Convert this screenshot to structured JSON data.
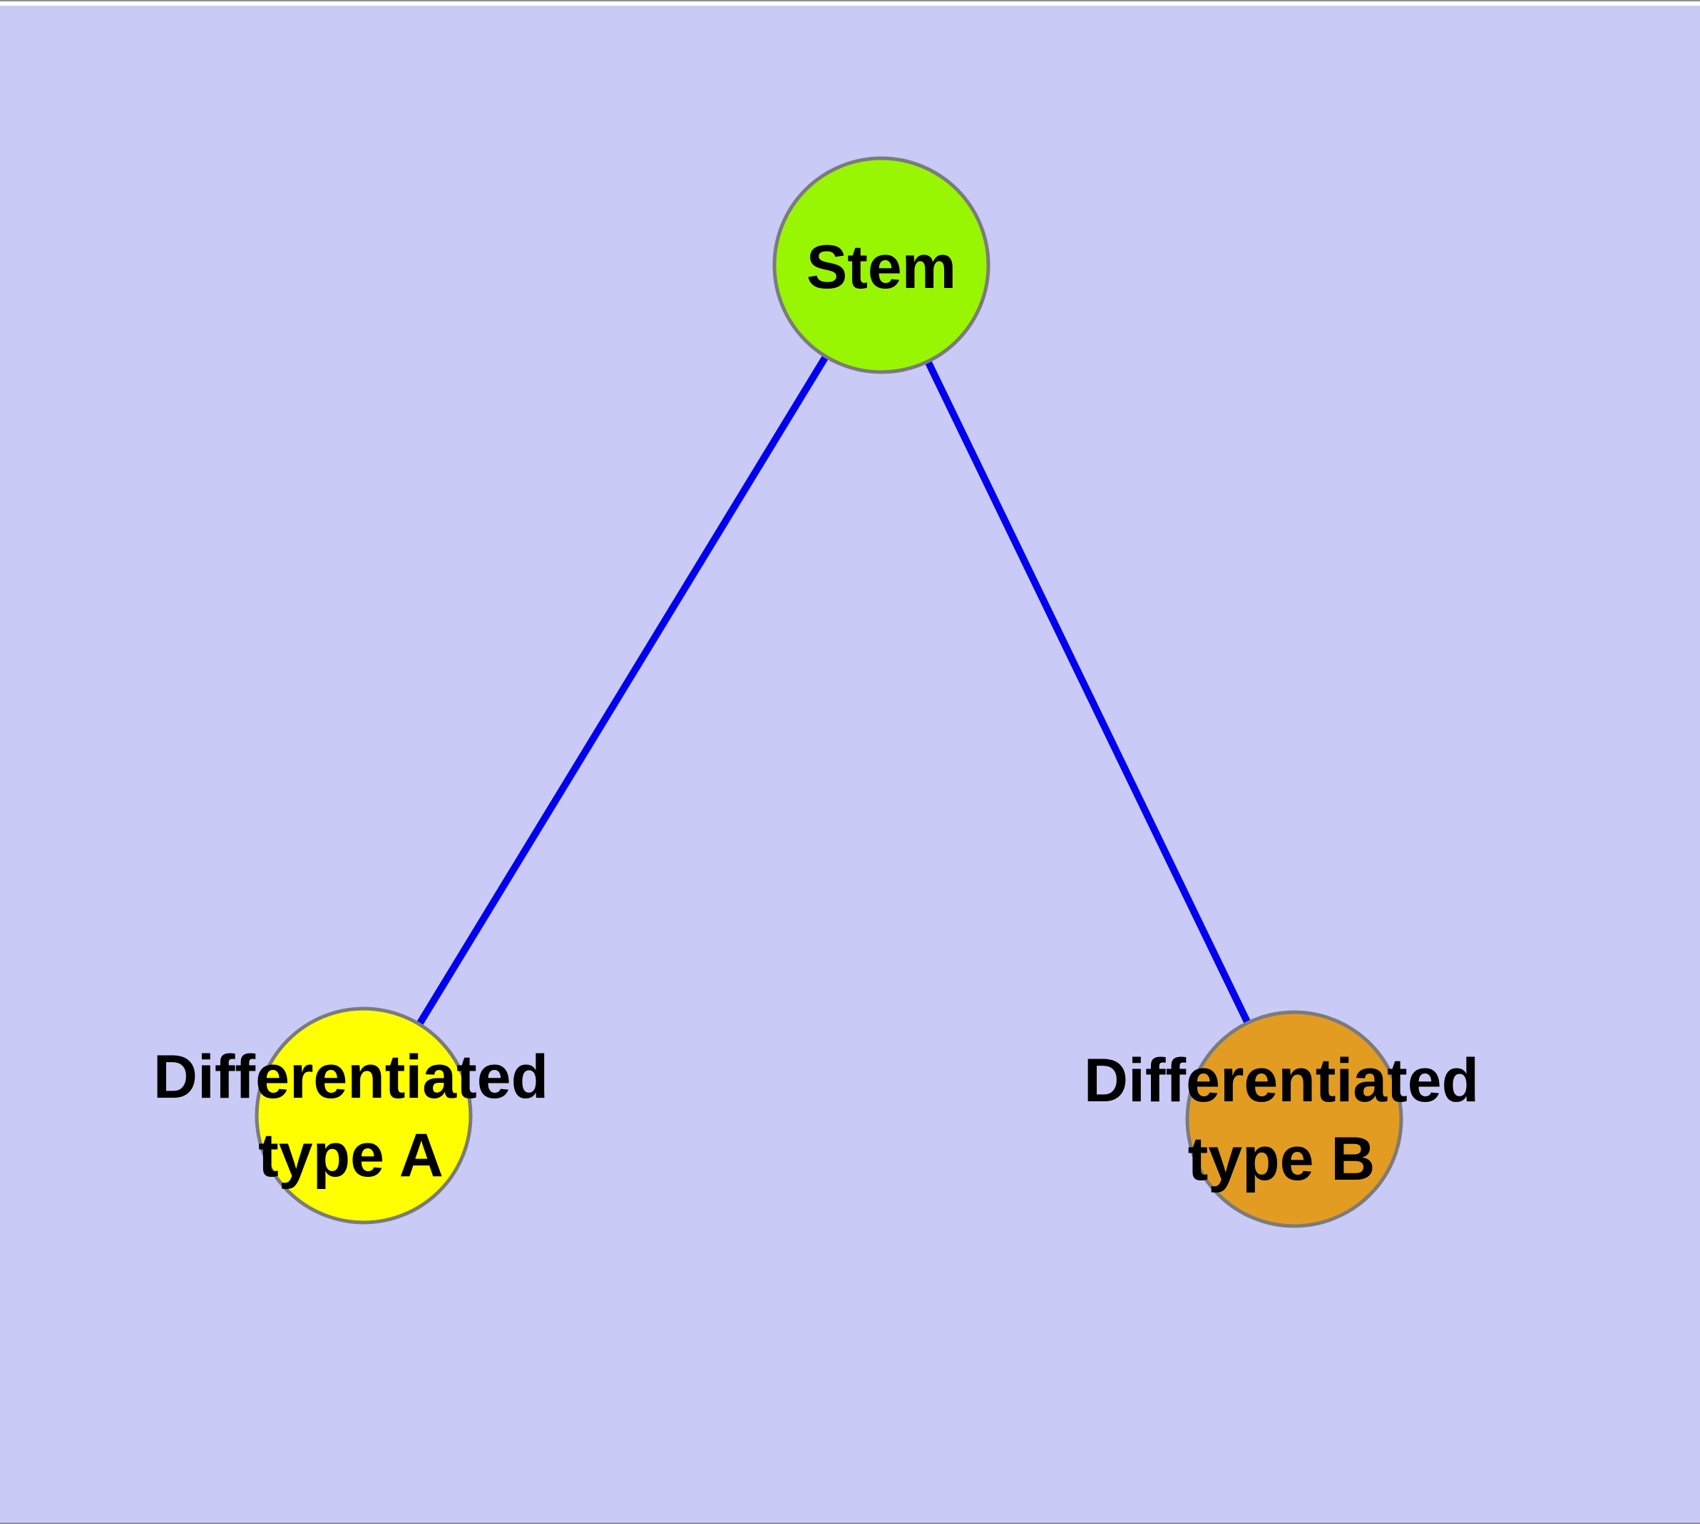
{
  "figure": {
    "background": "#cacaf6",
    "top_strip_color": "#ffffff",
    "frame_line_color": "#8f8f8f"
  },
  "graph": {
    "type": "node-link-diagram",
    "nodes": [
      {
        "id": "stem",
        "label": "Stem",
        "lines": [
          "Stem"
        ],
        "fill": "#99f602",
        "stroke": "#7b7b7b",
        "text_color": "#000000"
      },
      {
        "id": "differentiated-type-a",
        "label": "Differentiated type A",
        "lines": [
          "Differentiated",
          "type A"
        ],
        "fill": "#ffff00",
        "stroke": "#7b7b7b",
        "text_color": "#000000"
      },
      {
        "id": "differentiated-type-b",
        "label": "Differentiated type B",
        "lines": [
          "Differentiated",
          "type B"
        ],
        "fill": "#e39c22",
        "stroke": "#7b7b7b",
        "text_color": "#000000"
      }
    ],
    "edges": [
      {
        "from": "stem",
        "to": "differentiated-type-a",
        "color": "#0000ee"
      },
      {
        "from": "stem",
        "to": "differentiated-type-b",
        "color": "#0000ee"
      }
    ]
  }
}
